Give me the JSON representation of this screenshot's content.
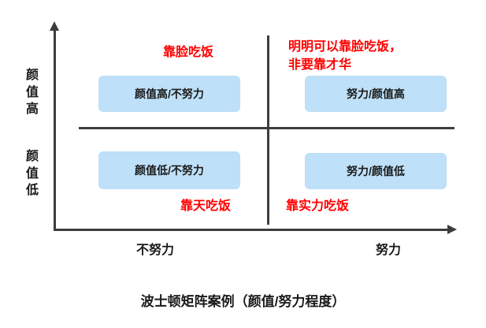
{
  "title": "波士顿矩阵案例（颜值/努力程度）",
  "axes": {
    "y_top_label": "颜值高",
    "y_bottom_label": "颜值低",
    "x_left_label": "不努力",
    "x_right_label": "努力"
  },
  "quadrants": {
    "top_left": {
      "box": "颜值高/不努力",
      "note": "靠脸吃饭"
    },
    "top_right": {
      "box": "努力/颜值高",
      "note": "明明可以靠脸吃饭，\n非要靠才华"
    },
    "bottom_left": {
      "box": "颜值低/不努力",
      "note": "靠天吃饭"
    },
    "bottom_right": {
      "box": "努力/颜值低",
      "note": "靠实力吃饭"
    }
  },
  "colors": {
    "box_fill": "#bee0f8",
    "note_color": "#ff0000",
    "axis_color": "#3d3d3d"
  }
}
